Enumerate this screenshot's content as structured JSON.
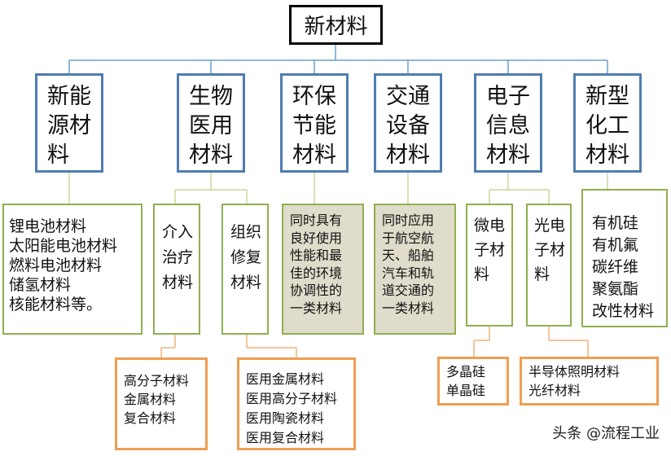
{
  "root": "新材料",
  "categories": [
    {
      "lines": [
        "新能",
        "源材",
        "料"
      ]
    },
    {
      "lines": [
        "生物",
        "医用",
        "材料"
      ]
    },
    {
      "lines": [
        "环保",
        "节能",
        "材料"
      ]
    },
    {
      "lines": [
        "交通",
        "设备",
        "材料"
      ]
    },
    {
      "lines": [
        "电子",
        "信息",
        "材料"
      ]
    },
    {
      "lines": [
        "新型",
        "化工",
        "材料"
      ]
    }
  ],
  "energy_list": [
    "锂电池材料",
    "太阳能电池材料",
    "燃料电池材料",
    "储氢材料",
    "核能材料等。"
  ],
  "bio": {
    "intervention": [
      "介入",
      "治疗",
      "材料"
    ],
    "repair": [
      "组织",
      "修复",
      "材料"
    ],
    "intervention_items": [
      "高分子材料",
      "金属材料",
      "复合材料"
    ],
    "repair_items": [
      "医用金属材料",
      "医用高分子材料",
      "医用陶瓷材料",
      "医用复合材料"
    ]
  },
  "eco_text": [
    "同时具有",
    "良好使用",
    "性能和最",
    "佳的环境",
    "协调性的",
    "一类材料"
  ],
  "transport_text": [
    "同时应用",
    "于航空航",
    "天、船舶",
    "汽车和轨",
    "道交通的",
    "一类材料"
  ],
  "electronic": {
    "micro": [
      "微电",
      "子材",
      "料"
    ],
    "opto": [
      "光电",
      "子材",
      "料"
    ],
    "micro_items": [
      "多晶硅",
      "单晶硅"
    ],
    "opto_items": [
      "半导体照明材料",
      "光纤材料"
    ]
  },
  "chemical_list": [
    "有机硅",
    "有机氟",
    "碳纤维",
    "聚氨酯",
    "改性材料"
  ],
  "watermark": "头条 @流程工业"
}
